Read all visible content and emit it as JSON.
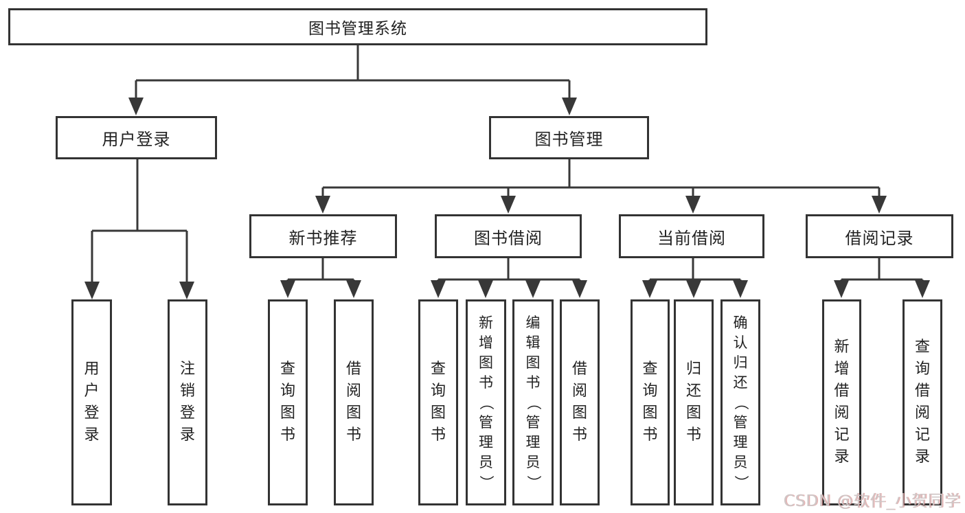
{
  "diagram": {
    "root": {
      "label": "图书管理系统"
    },
    "user_login": {
      "label": "用户登录",
      "children": [
        "用户登录",
        "注销登录"
      ]
    },
    "book_mgmt": {
      "label": "图书管理"
    },
    "new_book": {
      "label": "新书推荐",
      "children": [
        "查询图书",
        "借阅图书"
      ]
    },
    "borrow": {
      "label": "图书借阅",
      "children": [
        "查询图书",
        "新增图书（管理员）",
        "编辑图书（管理员）",
        "借阅图书"
      ]
    },
    "current": {
      "label": "当前借阅",
      "children": [
        "查询图书",
        "归还图书",
        "确认归还（管理员）"
      ]
    },
    "records": {
      "label": "借阅记录",
      "children": [
        "新增借阅记录",
        "查询借阅记录"
      ]
    }
  },
  "watermark": {
    "text": "CSDN @软件_小贺同学"
  },
  "colors": {
    "line": "#383838",
    "border": "#333333",
    "text": "#222222",
    "background": "#ffffff",
    "watermark": "#cfc6c6"
  }
}
